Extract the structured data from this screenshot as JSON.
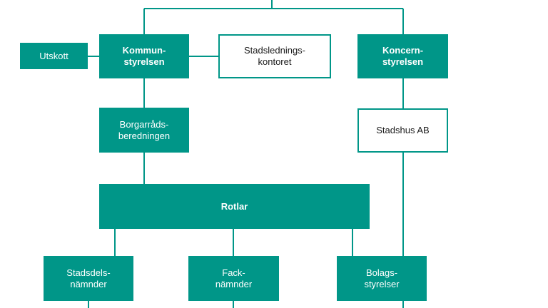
{
  "colors": {
    "teal": "#009688",
    "text_dark": "#1a1a1a",
    "background": "#ffffff"
  },
  "nodes": {
    "utskott": {
      "line1": "Utskott"
    },
    "kommunstyrelsen": {
      "line1": "Kommun-",
      "line2": "styrelsen"
    },
    "stadsledningskontoret": {
      "line1": "Stadslednings-",
      "line2": "kontoret"
    },
    "koncernstyrelsen": {
      "line1": "Koncern-",
      "line2": "styrelsen"
    },
    "borgarradsberedningen": {
      "line1": "Borgarråds-",
      "line2": "beredningen"
    },
    "stadshus_ab": {
      "line1": "Stadshus AB"
    },
    "rotlar": {
      "line1": "Rotlar"
    },
    "stadsdelsnamnder": {
      "line1": "Stadsdels-",
      "line2": "nämnder"
    },
    "facknamnder": {
      "line1": "Fack-",
      "line2": "nämnder"
    },
    "bolagsstyrelser": {
      "line1": "Bolags-",
      "line2": "styrelser"
    }
  }
}
